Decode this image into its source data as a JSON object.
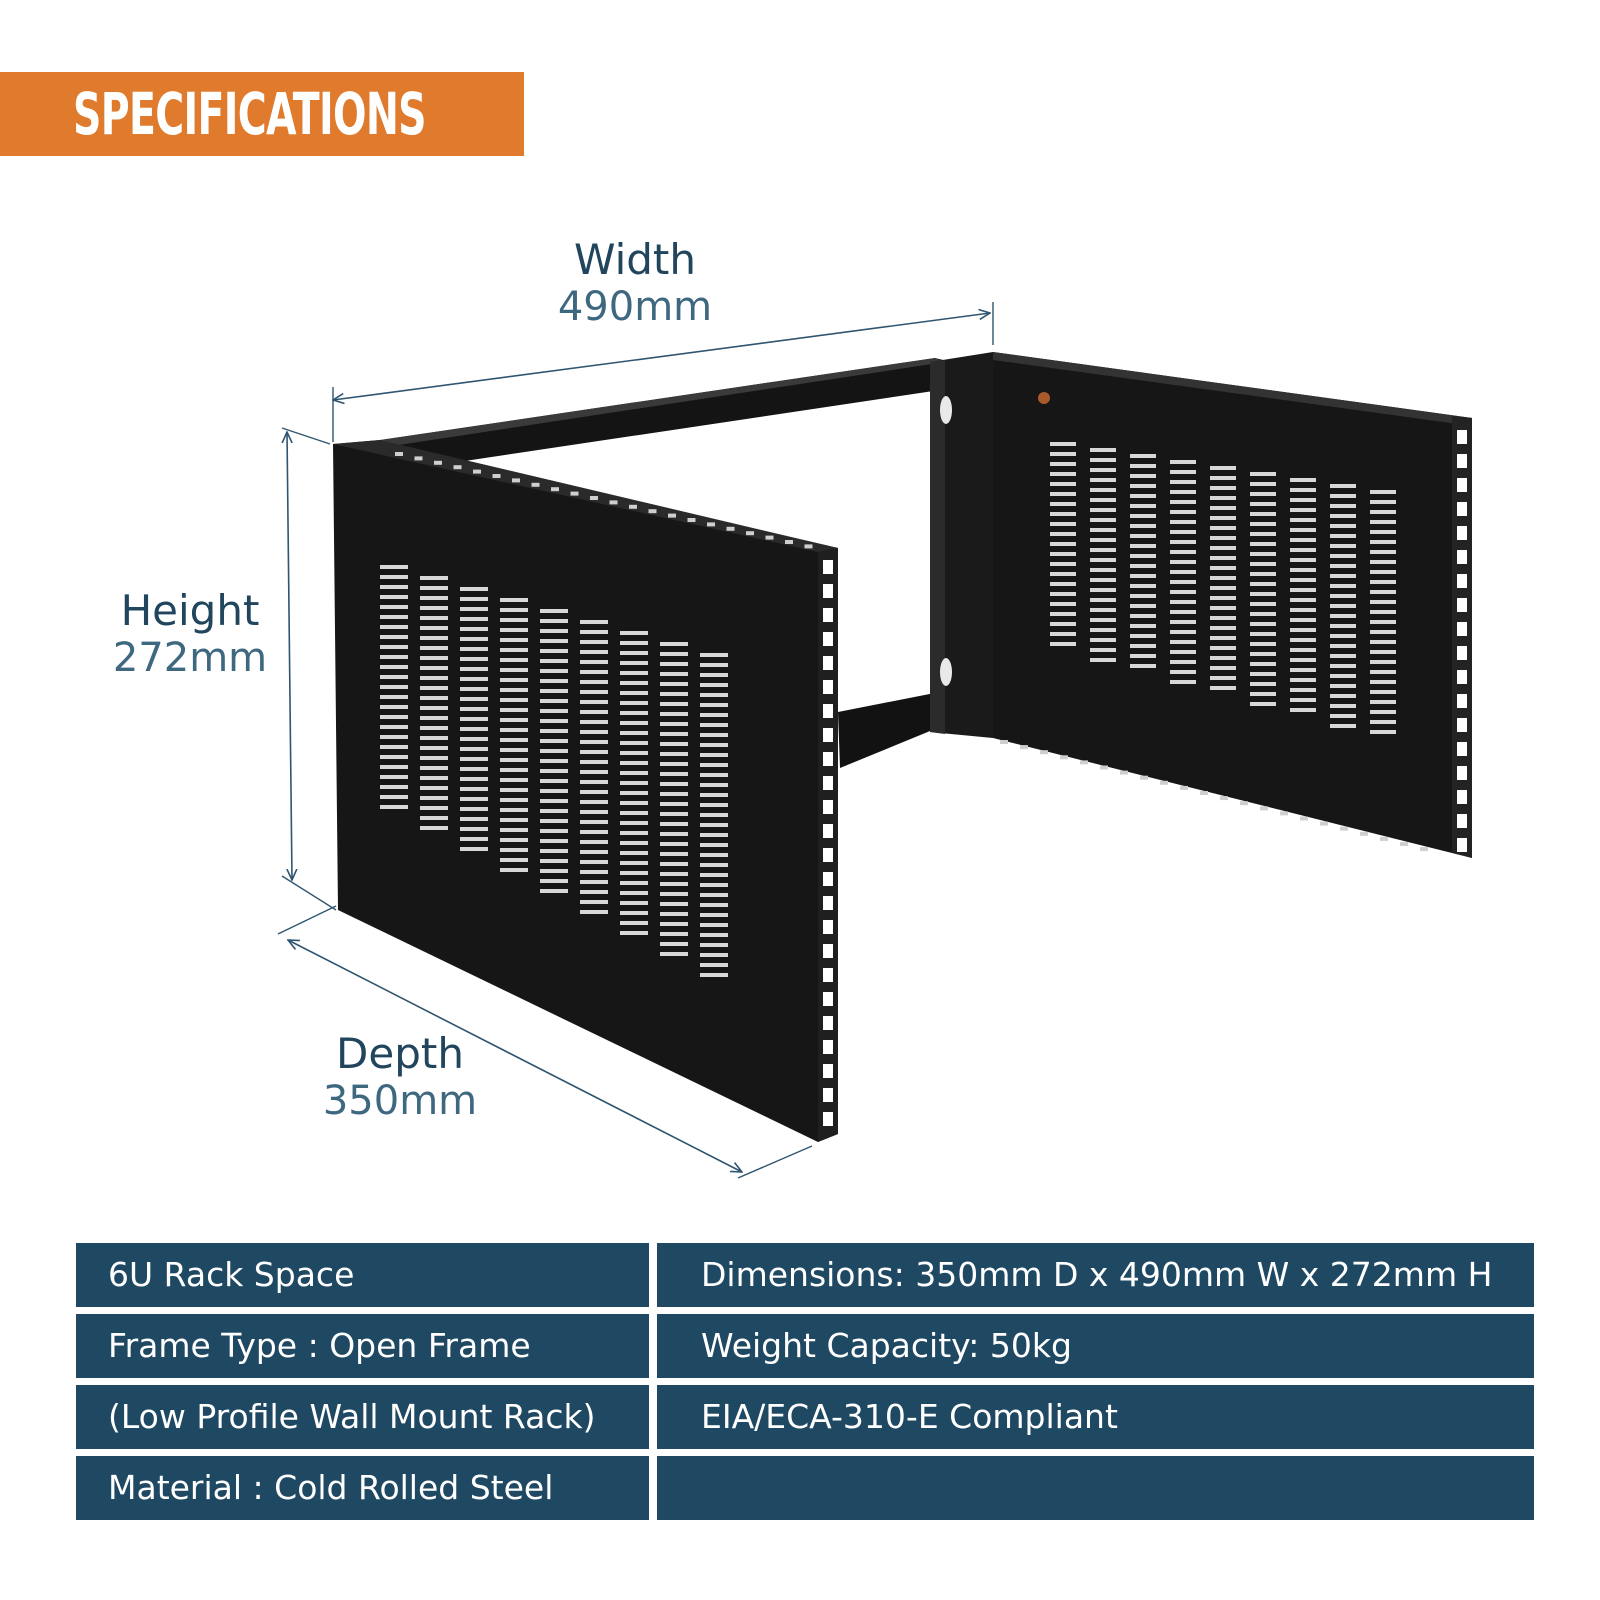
{
  "banner": {
    "title": "SPECIFICATIONS",
    "color": "#e07a2c"
  },
  "dimensions": {
    "width": {
      "label": "Width",
      "value": "490mm"
    },
    "height": {
      "label": "Height",
      "value": "272mm"
    },
    "depth": {
      "label": "Depth",
      "value": "350mm"
    }
  },
  "specs": {
    "left": [
      "6U Rack Space",
      "Frame Type : Open Frame",
      "(Low Profile Wall Mount Rack)",
      "Material : Cold Rolled Steel"
    ],
    "right": [
      "Dimensions: 350mm D x 490mm W x 272mm H",
      "Weight Capacity: 50kg",
      "EIA/ECA-310-E Compliant",
      ""
    ]
  },
  "colors": {
    "table": "#1f4863",
    "text": "#21455d",
    "rack": "#161616"
  }
}
